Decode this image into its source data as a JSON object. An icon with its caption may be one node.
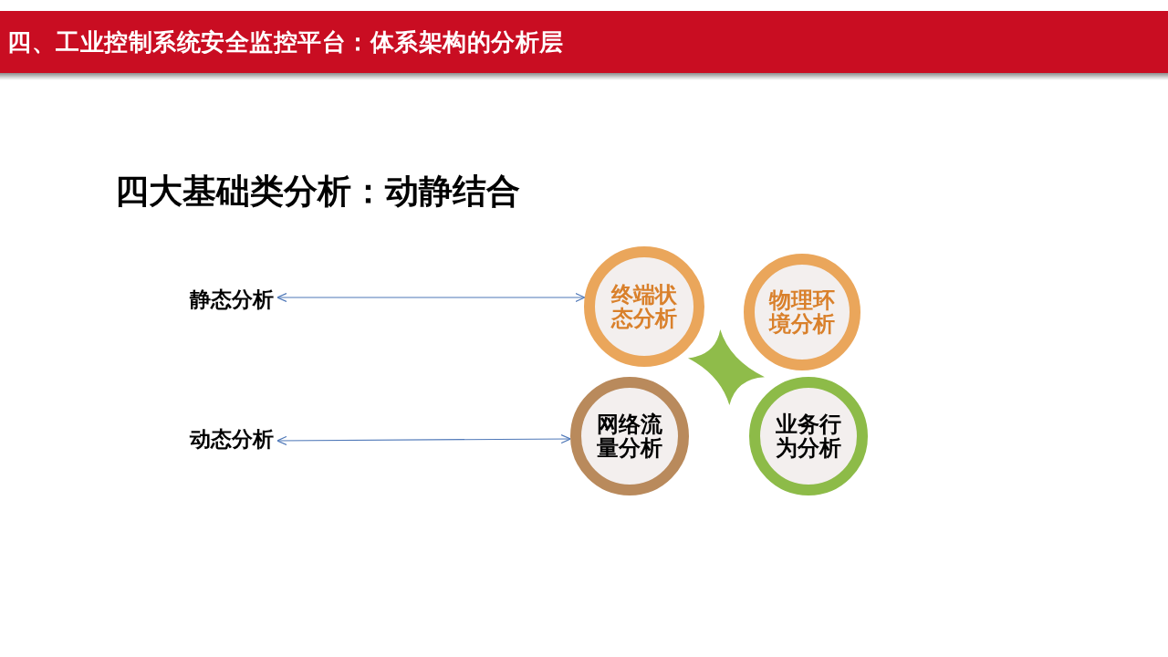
{
  "diagram": {
    "title": "四、工业控制系统安全监控平台：体系架构的分析层",
    "nodes": [
      {
        "text": [
          "静态分析"
        ]
      },
      {
        "text": [
          "终端状态分析"
        ]
      },
      {
        "text": [
          "物理环境分析"
        ]
      },
      {
        "text": [],
        "shape": "star"
      },
      {
        "text": [
          "动态分析"
        ]
      },
      {
        "text": [
          "网络流量分析"
        ]
      },
      {
        "text": [
          "业务行为分析"
        ]
      }
    ],
    "edges": [
      {
        "from": 0,
        "to": 1,
        "arrow": "both"
      },
      {
        "from": 4,
        "to": 5,
        "arrow": "both"
      }
    ],
    "labels": [
      "四大基础类分析：动静结合"
    ]
  }
}
